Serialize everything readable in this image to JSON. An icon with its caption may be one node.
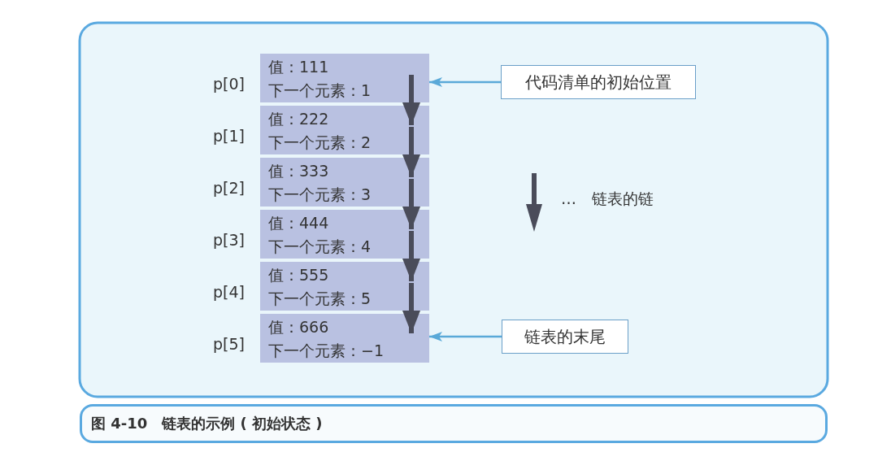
{
  "diagram": {
    "caption": "图 4-10　链表的示例 ( 初始状态 )",
    "nodes": [
      {
        "text": [
          "值：111",
          "下一个元素：1"
        ],
        "beside": [
          "p[0]"
        ]
      },
      {
        "text": [
          "值：222",
          "下一个元素：2"
        ],
        "beside": [
          "p[1]"
        ]
      },
      {
        "text": [
          "值：333",
          "下一个元素：3"
        ],
        "beside": [
          "p[2]"
        ]
      },
      {
        "text": [
          "值：444",
          "下一个元素：4"
        ],
        "beside": [
          "p[3]"
        ]
      },
      {
        "text": [
          "值：555",
          "下一个元素：5"
        ],
        "beside": [
          "p[4]"
        ]
      },
      {
        "text": [
          "值：666",
          "下一个元素：−1"
        ],
        "beside": [
          "p[5]"
        ]
      },
      {
        "text": [
          "代码清单的初始位置"
        ]
      },
      {
        "text": [
          "链表的末尾"
        ]
      }
    ],
    "edges": [
      {
        "from": 0,
        "to": 1,
        "arrow": "to"
      },
      {
        "from": 1,
        "to": 2,
        "arrow": "to"
      },
      {
        "from": 2,
        "to": 3,
        "arrow": "to"
      },
      {
        "from": 3,
        "to": 4,
        "arrow": "to"
      },
      {
        "from": 4,
        "to": 5,
        "arrow": "to"
      },
      {
        "from": 6,
        "to": 0,
        "arrow": "to",
        "color": "#5aa9d8"
      },
      {
        "from": 7,
        "to": 5,
        "arrow": "to",
        "color": "#5aa9d8"
      }
    ],
    "legend": [
      {
        "text": "…　链表的链"
      }
    ]
  }
}
